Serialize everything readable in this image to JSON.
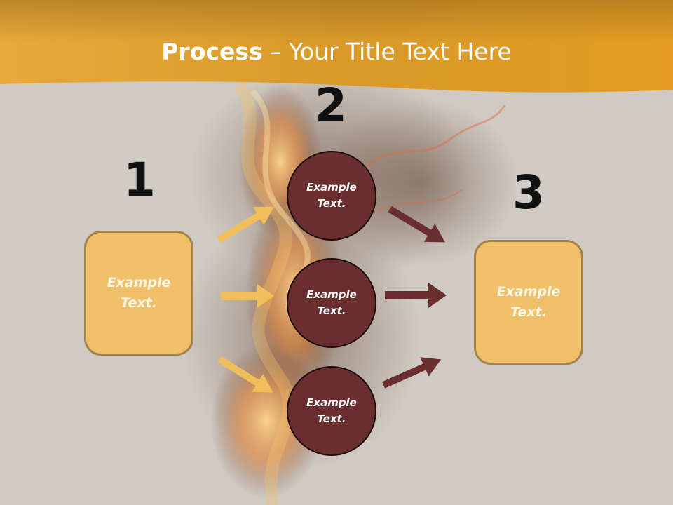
{
  "title": {
    "bold": "Process",
    "rest": " – Your Title Text Here"
  },
  "steps": [
    {
      "number": "1",
      "text": "Example\nText."
    },
    {
      "number": "2",
      "text": ""
    },
    {
      "number": "3",
      "text": "Example\nText."
    }
  ],
  "circles": [
    {
      "text": "Example\nText."
    },
    {
      "text": "Example\nText."
    },
    {
      "text": "Example\nText."
    }
  ],
  "colors": {
    "header": "#e0a030",
    "box_fill": "#efbf6a",
    "box_border": "#a4834a",
    "circle_fill": "#6a2e2e",
    "arrow_left": "#f0bf5c",
    "arrow_right": "#6a2e2e",
    "background": "#cfcac3"
  }
}
